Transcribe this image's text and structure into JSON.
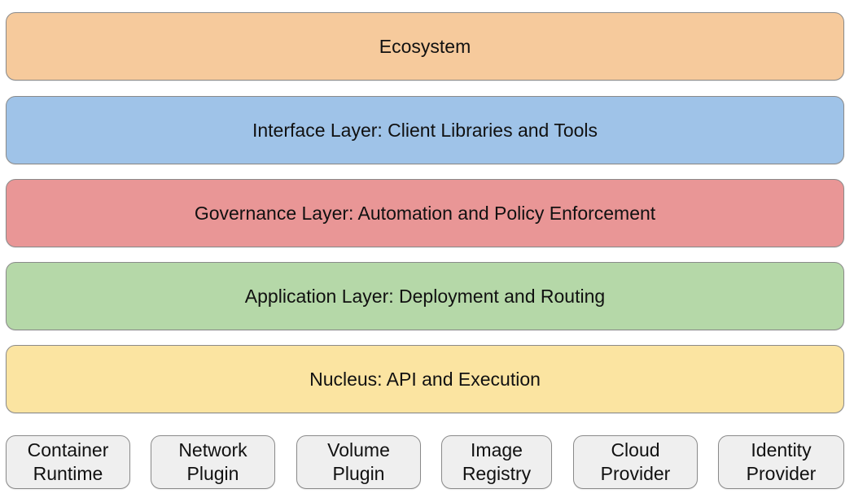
{
  "layers": [
    {
      "label": "Ecosystem",
      "color": "#f6ca9c"
    },
    {
      "label": "Interface Layer: Client Libraries and Tools",
      "color": "#9fc3e8"
    },
    {
      "label": "Governance Layer: Automation and Policy Enforcement",
      "color": "#e99696"
    },
    {
      "label": "Application Layer: Deployment and Routing",
      "color": "#b5d8a8"
    },
    {
      "label": "Nucleus: API and Execution",
      "color": "#fbe4a1"
    }
  ],
  "plugins": [
    {
      "line1": "Container",
      "line2": "Runtime"
    },
    {
      "line1": "Network",
      "line2": "Plugin"
    },
    {
      "line1": "Volume",
      "line2": "Plugin"
    },
    {
      "line1": "Image",
      "line2": "Registry"
    },
    {
      "line1": "Cloud",
      "line2": "Provider"
    },
    {
      "line1": "Identity",
      "line2": "Provider"
    }
  ],
  "plugin_color": "#efefef"
}
